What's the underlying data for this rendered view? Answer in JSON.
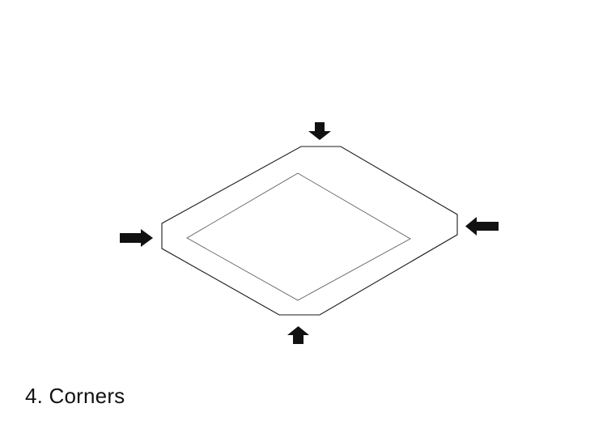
{
  "caption": "4. Corners",
  "colors": {
    "background": "#ffffff",
    "outline": "#1a1a1a",
    "inner_outline": "#555555",
    "arrow": "#111111"
  },
  "arrows": [
    {
      "icon": "arrow-down-icon",
      "direction": "down",
      "target": "top-corner"
    },
    {
      "icon": "arrow-left-icon",
      "direction": "left",
      "target": "right-corner"
    },
    {
      "icon": "arrow-up-icon",
      "direction": "up",
      "target": "bottom-corner"
    },
    {
      "icon": "arrow-right-icon",
      "direction": "right",
      "target": "left-corner"
    }
  ]
}
